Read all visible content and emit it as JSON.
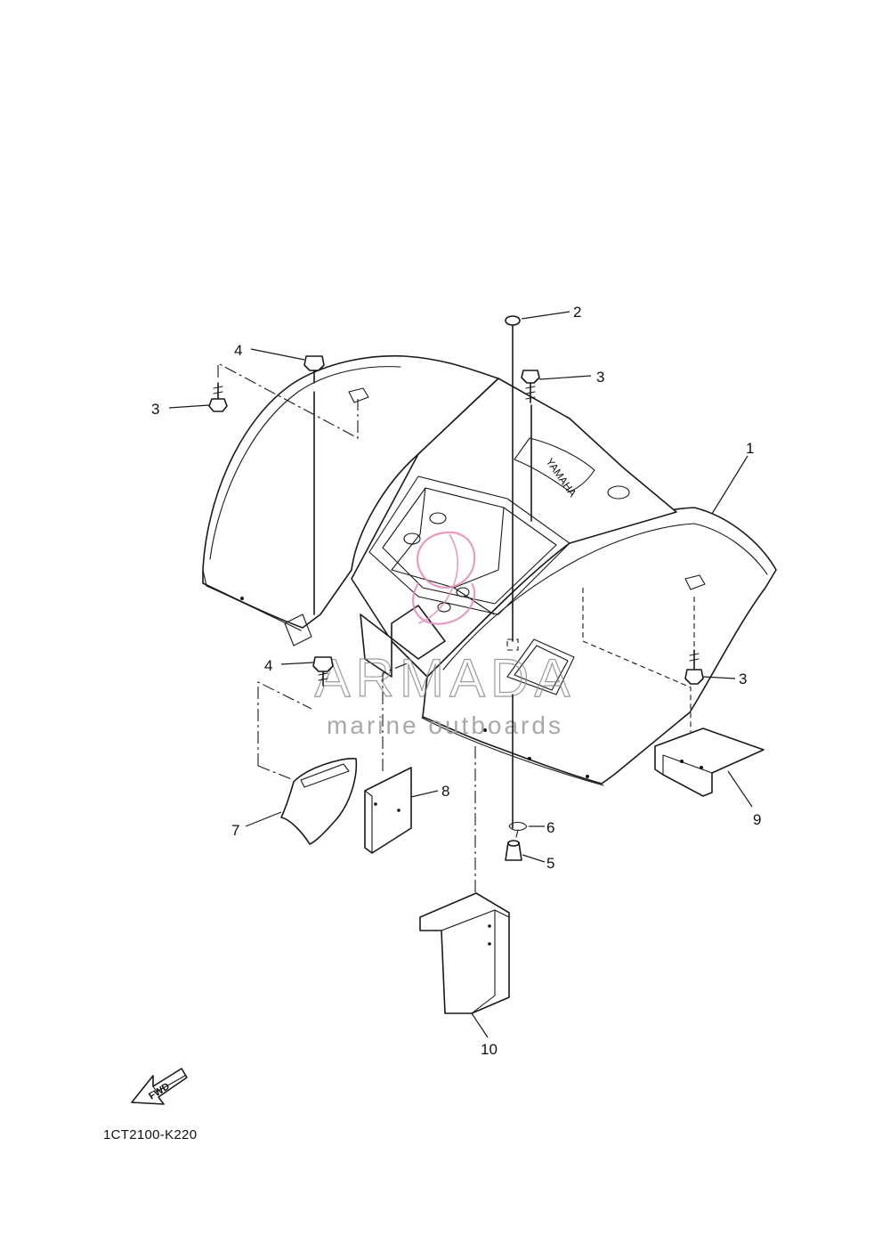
{
  "diagram_code": "1CT2100-K220",
  "fwd_label": "FWD",
  "embossed_brand": "YAMAHA",
  "watermark": {
    "title": "ARMADA",
    "subtitle": "marine outboards",
    "logo_color": "#e58ab8",
    "text_color": "#8a8a8a"
  },
  "callouts": {
    "c1": "1",
    "c2": "2",
    "c3a": "3",
    "c3b": "3",
    "c3c": "3",
    "c4a": "4",
    "c4b": "4",
    "c5": "5",
    "c6": "6",
    "c7": "7",
    "c8": "8",
    "c9": "9",
    "c10": "10"
  }
}
